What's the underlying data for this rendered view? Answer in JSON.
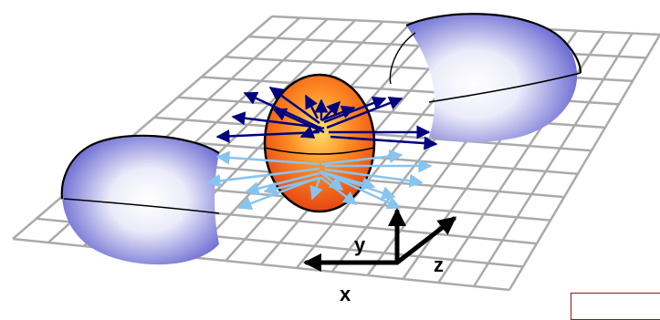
{
  "colors": {
    "grid": "#aaaaaa",
    "cap_light": "#ffffff",
    "cap_dark": "#3c3cc4",
    "core_light": "#ffe46a",
    "core_mid": "#ff8a24",
    "core_dark": "#e03c10",
    "arrow_dark": "#000080",
    "arrow_light": "#87c4f0",
    "frame": "#8b1a1a"
  },
  "axes": {
    "x_label": "x",
    "y_label": "y",
    "z_label": "z"
  }
}
